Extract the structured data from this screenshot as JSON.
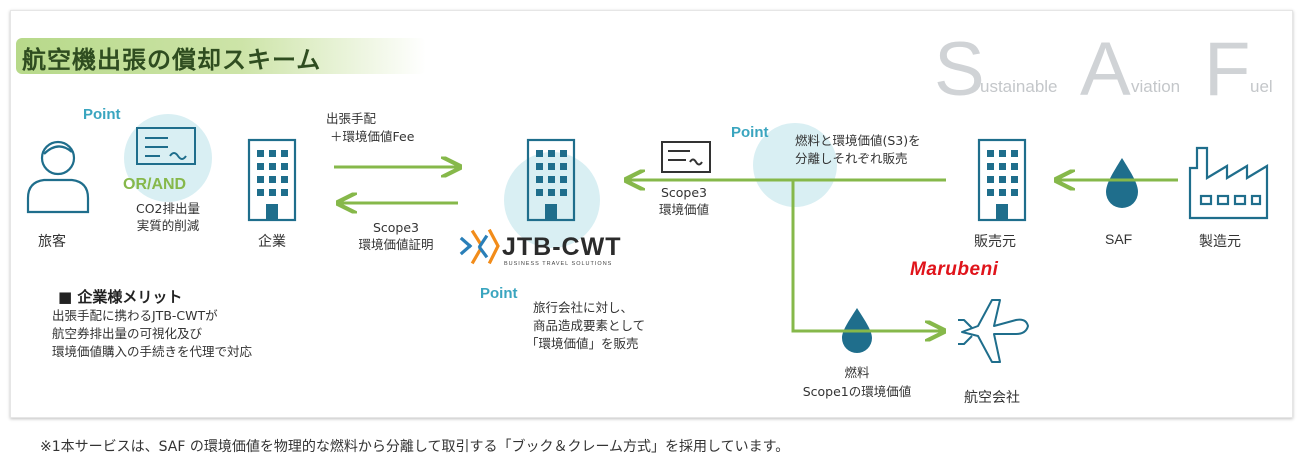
{
  "title": "航空機出張の償却スキーム",
  "saf_logo": {
    "s_big": "S",
    "s_rest": "ustainable",
    "a_big": "A",
    "a_rest": "viation",
    "f_big": "F",
    "f_rest": "uel"
  },
  "points": {
    "left": "Point",
    "middle": "Point",
    "right": "Point"
  },
  "traveler_label": "旅客",
  "or_and": "OR/AND",
  "co2_lines": [
    "CO2排出量",
    "実質的削減"
  ],
  "company_label": "企業",
  "top_flow_lines": [
    "出張手配",
    "＋環境価値Fee"
  ],
  "bottom_flow_lines": [
    "Scope3",
    "環境価値証明"
  ],
  "jtb": {
    "name": "JTB-CWT",
    "tagline": "BUSINESS TRAVEL SOLUTIONS"
  },
  "jtb_desc_lines": [
    "旅行会社に対し、",
    "商品造成要素として",
    "「環境価値」を販売"
  ],
  "scope3_lines": [
    "Scope3",
    "環境価値"
  ],
  "separate_lines": [
    "燃料と環境価値(S3)を",
    "分離しそれぞれ販売"
  ],
  "seller_label": "販売元",
  "saf_label": "SAF",
  "maker_label": "製造元",
  "marubeni": "Marubeni",
  "fuel_lines": [
    "燃料",
    "Scope1の環境価値"
  ],
  "airline_label": "航空会社",
  "merit": {
    "title": "■ 企業様メリット",
    "lines": [
      "出張手配に携わるJTB-CWTが",
      "航空券排出量の可視化及び",
      "環境価値購入の手続きを代理で対応"
    ]
  },
  "footnote": "※1本サービスは、SAF の環境価値を物理的な燃料から分離して取引する「ブック＆クレーム方式」を採用しています。",
  "colors": {
    "accent_green": "#86b84a",
    "point_blue": "#3aa5bf",
    "icon_blue": "#1f6e8c",
    "marubeni_red": "#e0141b"
  }
}
